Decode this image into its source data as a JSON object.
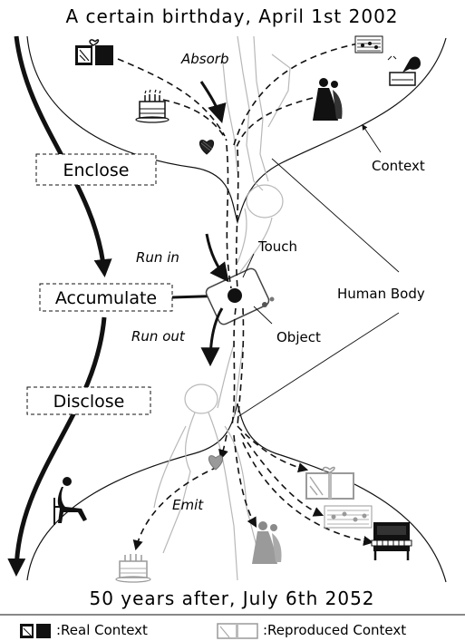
{
  "header": {
    "title": "A certain birthday, April 1st 2002"
  },
  "footer": {
    "title": "50 years after, July 6th 2052"
  },
  "phases": {
    "enclose": "Enclose",
    "accumulate": "Accumulate",
    "disclose": "Disclose"
  },
  "flow_labels": {
    "absorb": "Absorb",
    "run_in": "Run in",
    "run_out": "Run out",
    "emit": "Emit"
  },
  "callouts": {
    "touch": "Touch",
    "object": "Object",
    "human_body": "Human Body",
    "context": "Context"
  },
  "legend": {
    "real": ":Real Context",
    "reproduced": ":Reproduced Context"
  },
  "icons": {
    "top": [
      "gift-box-icon",
      "birthday-cake-icon",
      "heart-icon",
      "sheet-music-icon",
      "gramophone-icon",
      "dancing-couple-icon"
    ],
    "bottom": [
      "seated-woman-icon",
      "heart-icon",
      "gift-box-icon",
      "sheet-music-icon",
      "piano-icon",
      "dancing-couple-icon",
      "birthday-cake-icon"
    ]
  },
  "colors": {
    "ink": "#111111",
    "reproduced": "#9a9a9a",
    "figure": "#b8b8b8"
  }
}
